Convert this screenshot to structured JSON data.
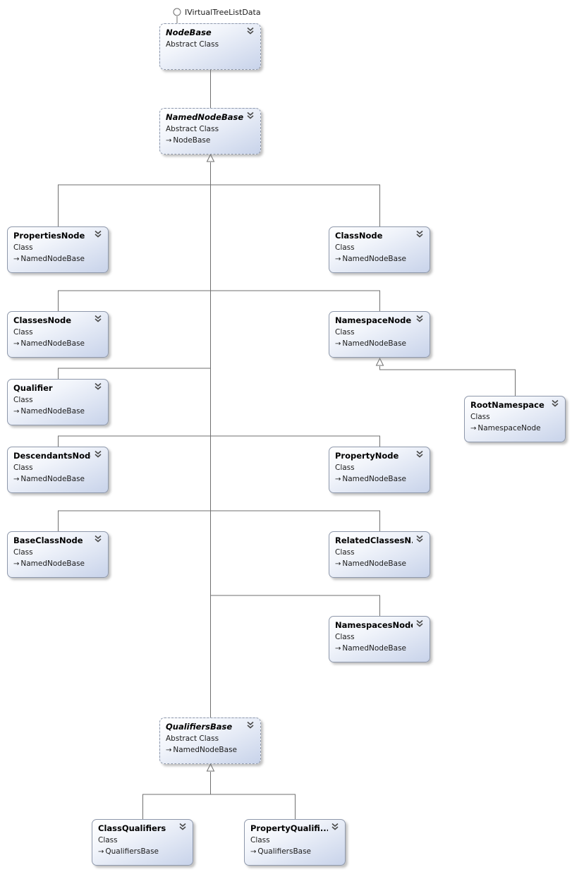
{
  "interface": {
    "label": "IVirtualTreeListData"
  },
  "nodes": [
    {
      "id": "NodeBase",
      "name": "NodeBase",
      "kind": "Abstract Class",
      "base": "",
      "abstract": true
    },
    {
      "id": "NamedNodeBase",
      "name": "NamedNodeBase",
      "kind": "Abstract Class",
      "base": "NodeBase",
      "abstract": true
    },
    {
      "id": "PropertiesNode",
      "name": "PropertiesNode",
      "kind": "Class",
      "base": "NamedNodeBase",
      "abstract": false
    },
    {
      "id": "ClassNode",
      "name": "ClassNode",
      "kind": "Class",
      "base": "NamedNodeBase",
      "abstract": false
    },
    {
      "id": "ClassesNode",
      "name": "ClassesNode",
      "kind": "Class",
      "base": "NamedNodeBase",
      "abstract": false
    },
    {
      "id": "NamespaceNode",
      "name": "NamespaceNode",
      "kind": "Class",
      "base": "NamedNodeBase",
      "abstract": false
    },
    {
      "id": "Qualifier",
      "name": "Qualifier",
      "kind": "Class",
      "base": "NamedNodeBase",
      "abstract": false
    },
    {
      "id": "RootNamespace",
      "name": "RootNamespace",
      "kind": "Class",
      "base": "NamespaceNode",
      "abstract": false
    },
    {
      "id": "DescendantsNode",
      "name": "DescendantsNode",
      "kind": "Class",
      "base": "NamedNodeBase",
      "abstract": false
    },
    {
      "id": "PropertyNode",
      "name": "PropertyNode",
      "kind": "Class",
      "base": "NamedNodeBase",
      "abstract": false
    },
    {
      "id": "BaseClassNode",
      "name": "BaseClassNode",
      "kind": "Class",
      "base": "NamedNodeBase",
      "abstract": false
    },
    {
      "id": "RelatedClassesNode",
      "name": "RelatedClassesN...",
      "kind": "Class",
      "base": "NamedNodeBase",
      "abstract": false
    },
    {
      "id": "NamespacesNode",
      "name": "NamespacesNode",
      "kind": "Class",
      "base": "NamedNodeBase",
      "abstract": false
    },
    {
      "id": "QualifiersBase",
      "name": "QualifiersBase",
      "kind": "Abstract Class",
      "base": "NamedNodeBase",
      "abstract": true
    },
    {
      "id": "ClassQualifiers",
      "name": "ClassQualifiers",
      "kind": "Class",
      "base": "QualifiersBase",
      "abstract": false
    },
    {
      "id": "PropertyQualifiers",
      "name": "PropertyQualifi...",
      "kind": "Class",
      "base": "QualifiersBase",
      "abstract": false
    }
  ],
  "icons": {
    "collapse": "double-chevron-down-icon",
    "base_arrow": "inheritance-arrow-icon",
    "interface": "lollipop-interface-icon"
  },
  "colors": {
    "connector": "#6f6f6f",
    "border": "#8e98ab"
  }
}
